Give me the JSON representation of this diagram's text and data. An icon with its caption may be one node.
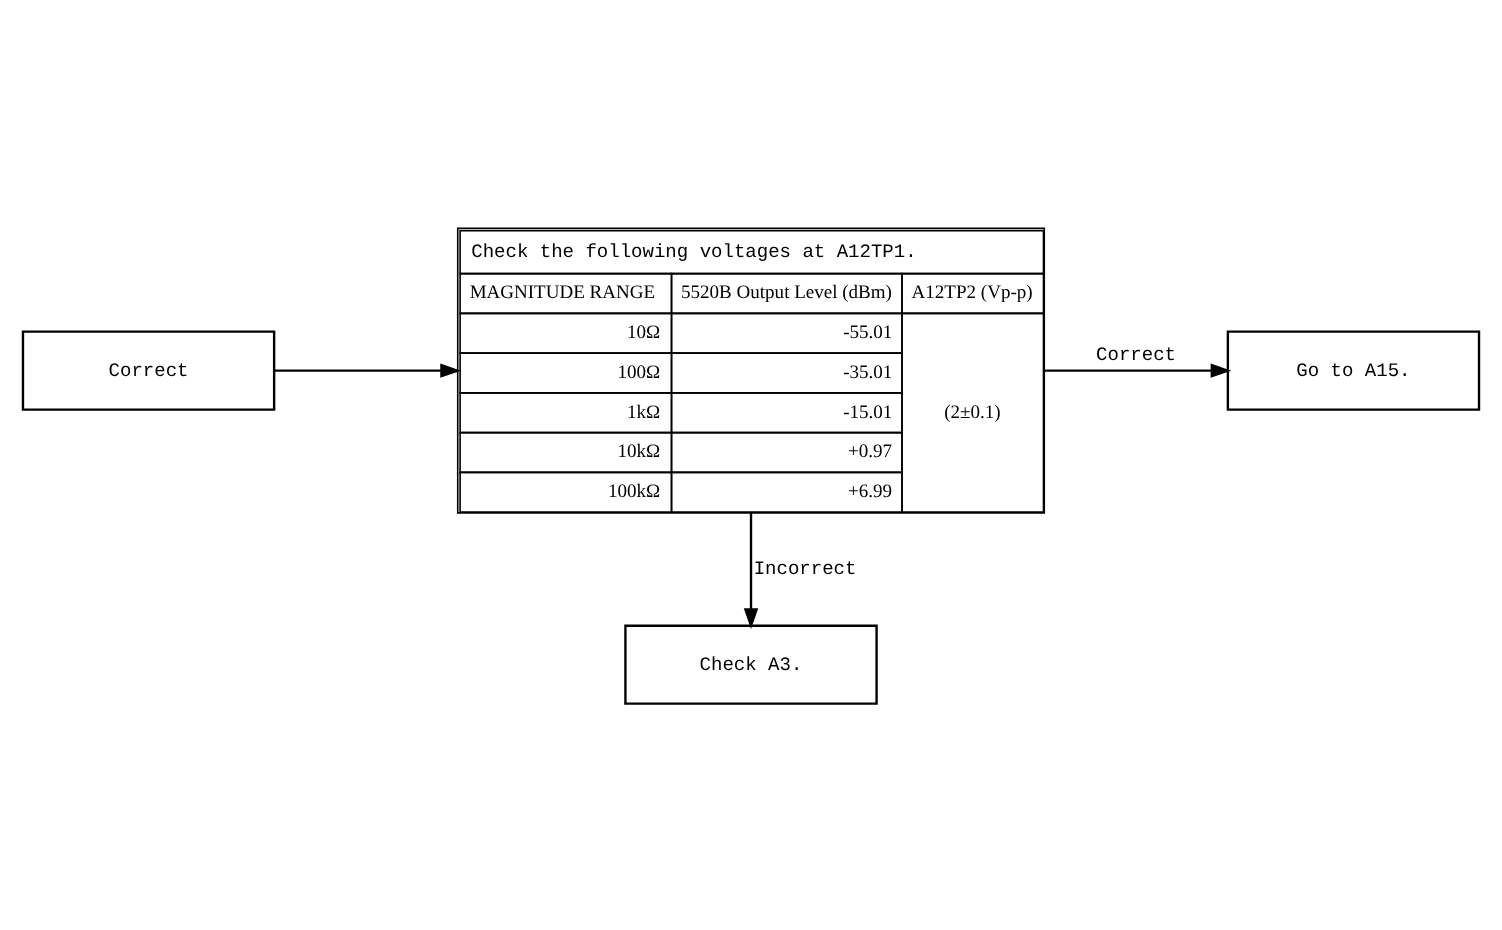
{
  "diagram": {
    "nodes": [
      {
        "text": [
          "Correct"
        ]
      },
      {
        "text": [
          "Check the following voltages at A12TP1."
        ]
      },
      {
        "text": [
          "Go to A15."
        ]
      },
      {
        "text": [
          "Check A3."
        ]
      }
    ],
    "edges": [
      {
        "from": 0,
        "to": 1,
        "arrow": "to"
      },
      {
        "from": 1,
        "to": 2,
        "arrow": "to",
        "label": "Correct"
      },
      {
        "from": 1,
        "to": 3,
        "arrow": "to",
        "label": "Incorrect"
      }
    ],
    "labels": [
      "MAGNITUDE RANGE",
      "5520B Output Level (dBm)",
      "A12TP2 (Vp-p)",
      "10Ω",
      "-55.01",
      "(2±0.1)",
      "100Ω",
      "-35.01",
      "1kΩ",
      "-15.01",
      "10kΩ",
      "+0.97",
      "100kΩ",
      "+6.99"
    ]
  }
}
